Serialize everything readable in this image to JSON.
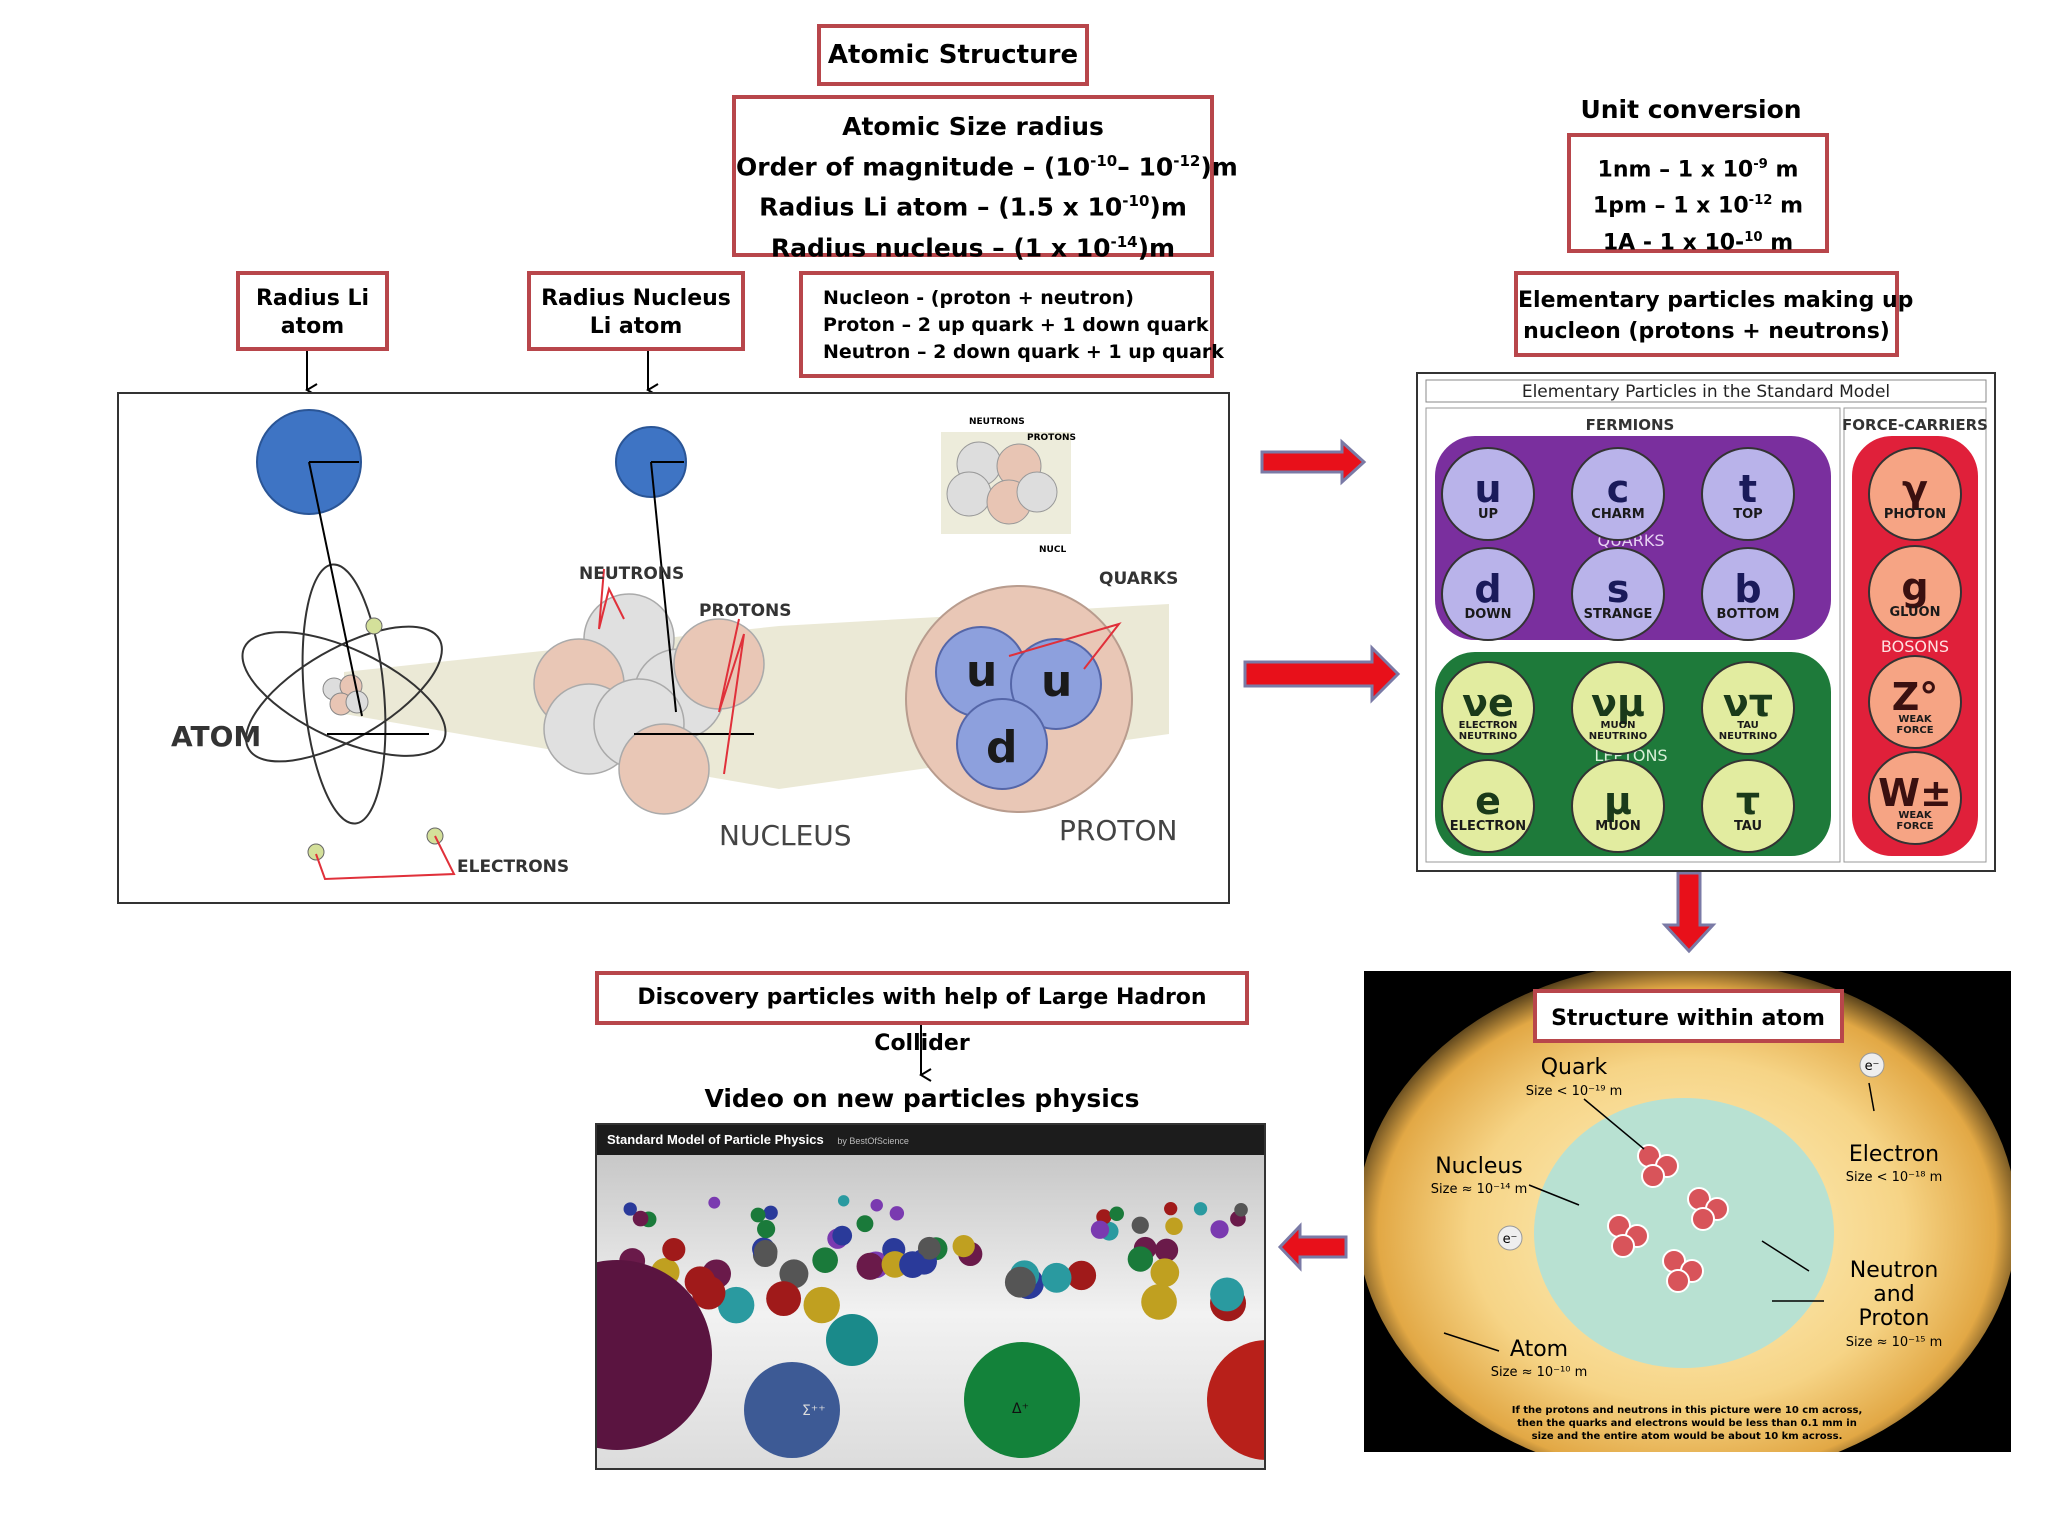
{
  "title": "Atomic Structure",
  "size_box": {
    "line1": "Atomic Size radius",
    "line2_pre": "Order of magnitude – (10",
    "line2_e1": "-10",
    "line2_mid": "– 10",
    "line2_e2": "-12",
    "line2_post": ")m",
    "line3_pre": "Radius Li atom – (1.5 x 10",
    "line3_e": "-10",
    "line3_post": ")m",
    "line4_pre": "Radius nucleus – (1 x 10",
    "line4_e": "-14",
    "line4_post": ")m"
  },
  "radius_li": {
    "line1": "Radius  Li",
    "line2": "atom"
  },
  "radius_nucleus": {
    "line1": "Radius Nucleus",
    "line2": "Li atom"
  },
  "nucleon": {
    "line1": "Nucleon - (proton + neutron)",
    "line2": "Proton    – 2 up quark + 1 down quark",
    "line3": "Neutron – 2 down quark + 1 up quark"
  },
  "unit_conversion": {
    "heading": "Unit conversion",
    "r1_pre": "1nm – 1 x 10",
    "r1_e": "-9",
    "r1_post": " m",
    "r2_pre": "1pm – 1 x 10",
    "r2_e": "-12",
    "r2_post": " m",
    "r3_pre": "1A     - 1 x 10-",
    "r3_e": "10",
    "r3_post": " m"
  },
  "elementary_box": {
    "line1": "Elementary particles making up",
    "line2": "nucleon (protons + neutrons)"
  },
  "atom_diagram": {
    "small_neutrons": "NEUTRONS",
    "small_protons": "PROTONS",
    "small_nucl": "NUCL",
    "atom": "ATOM",
    "neutrons": "NEUTRONS",
    "protons": "PROTONS",
    "quarks": "QUARKS",
    "electrons": "ELECTRONS",
    "nucleus": "NUCLEUS",
    "proton": "PROTON",
    "u1": "u",
    "u2": "u",
    "d": "d"
  },
  "standard_model": {
    "title": "Elementary Particles in the Standard Model",
    "fermions": "FERMIONS",
    "force_carriers": "FORCE-CARRIERS",
    "quarks_label": "QUARKS",
    "leptons_label": "LEPTONS",
    "bosons_label": "BOSONS",
    "quarks": [
      {
        "sym": "u",
        "name": "UP"
      },
      {
        "sym": "c",
        "name": "CHARM"
      },
      {
        "sym": "t",
        "name": "TOP"
      },
      {
        "sym": "d",
        "name": "DOWN"
      },
      {
        "sym": "s",
        "name": "STRANGE"
      },
      {
        "sym": "b",
        "name": "BOTTOM"
      }
    ],
    "leptons": [
      {
        "sym": "νe",
        "name": "ELECTRON NEUTRINO"
      },
      {
        "sym": "νμ",
        "name": "MUON NEUTRINO"
      },
      {
        "sym": "ντ",
        "name": "TAU NEUTRINO"
      },
      {
        "sym": "e",
        "name": "ELECTRON"
      },
      {
        "sym": "μ",
        "name": "MUON"
      },
      {
        "sym": "τ",
        "name": "TAU"
      }
    ],
    "bosons": [
      {
        "sym": "γ",
        "name": "PHOTON"
      },
      {
        "sym": "g",
        "name": "GLUON"
      },
      {
        "sym": "Z°",
        "name": "WEAK FORCE"
      },
      {
        "sym": "W±",
        "name": "WEAK FORCE"
      }
    ]
  },
  "structure_within": {
    "title": "Structure within atom",
    "quark": "Quark",
    "quark_size": "Size < 10⁻¹⁹ m",
    "nucleus": "Nucleus",
    "nucleus_size": "Size ≈ 10⁻¹⁴ m",
    "electron": "Electron",
    "electron_size": "Size < 10⁻¹⁸ m",
    "neutron1": "Neutron",
    "neutron2": "and",
    "neutron3": "Proton",
    "neutron_size": "Size ≈ 10⁻¹⁵ m",
    "atom": "Atom",
    "atom_size": "Size ≈ 10⁻¹⁰ m",
    "e_symbol": "e⁻",
    "footnote1": "If the protons and neutrons in this picture were 10 cm across,",
    "footnote2": "then the quarks and electrons would be less than 0.1 mm in",
    "footnote3": "size and the entire atom would be about 10 km across."
  },
  "discovery": "Discovery particles with help of Large Hadron Collider",
  "video_heading": "Video on new particles physics",
  "video": {
    "title": "Standard Model of Particle Physics",
    "byline": "by BestOfScience",
    "sigma": "Σ⁺⁺",
    "delta": "Δ⁺"
  },
  "colors": {
    "box_border": "#b8464b",
    "arrow_red": "#e8101a",
    "quark_purple": "#7a2f9e",
    "lepton_green": "#1e7a3a",
    "boson_red": "#e0203a"
  }
}
